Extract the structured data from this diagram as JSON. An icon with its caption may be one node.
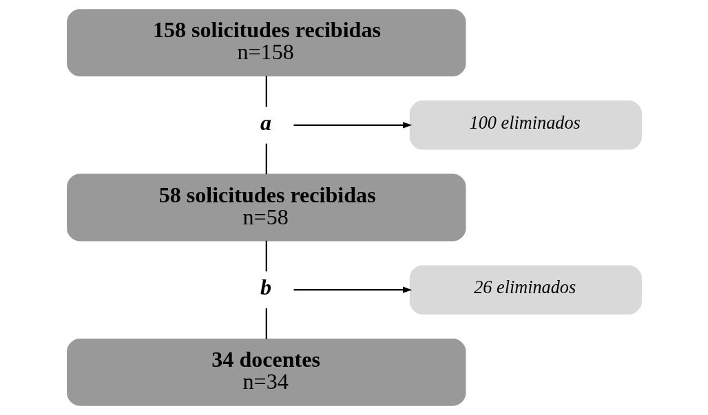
{
  "diagram": {
    "nodes": [
      {
        "text": [
          "158 solicitudes recibidas",
          "n=158"
        ]
      },
      {
        "text": [
          "a"
        ]
      },
      {
        "text": [
          "100 eliminados"
        ]
      },
      {
        "text": [
          "58 solicitudes recibidas",
          "n=58"
        ]
      },
      {
        "text": [
          "b"
        ]
      },
      {
        "text": [
          "26 eliminados"
        ]
      },
      {
        "text": [
          "34 docentes",
          "n=34"
        ]
      }
    ],
    "edges": [
      {
        "from": 0,
        "to": 1,
        "arrow": "none"
      },
      {
        "from": 1,
        "to": 3,
        "arrow": "none"
      },
      {
        "from": 1,
        "to": 2,
        "arrow": "to"
      },
      {
        "from": 3,
        "to": 4,
        "arrow": "none"
      },
      {
        "from": 4,
        "to": 6,
        "arrow": "none"
      },
      {
        "from": 4,
        "to": 5,
        "arrow": "to"
      }
    ]
  }
}
